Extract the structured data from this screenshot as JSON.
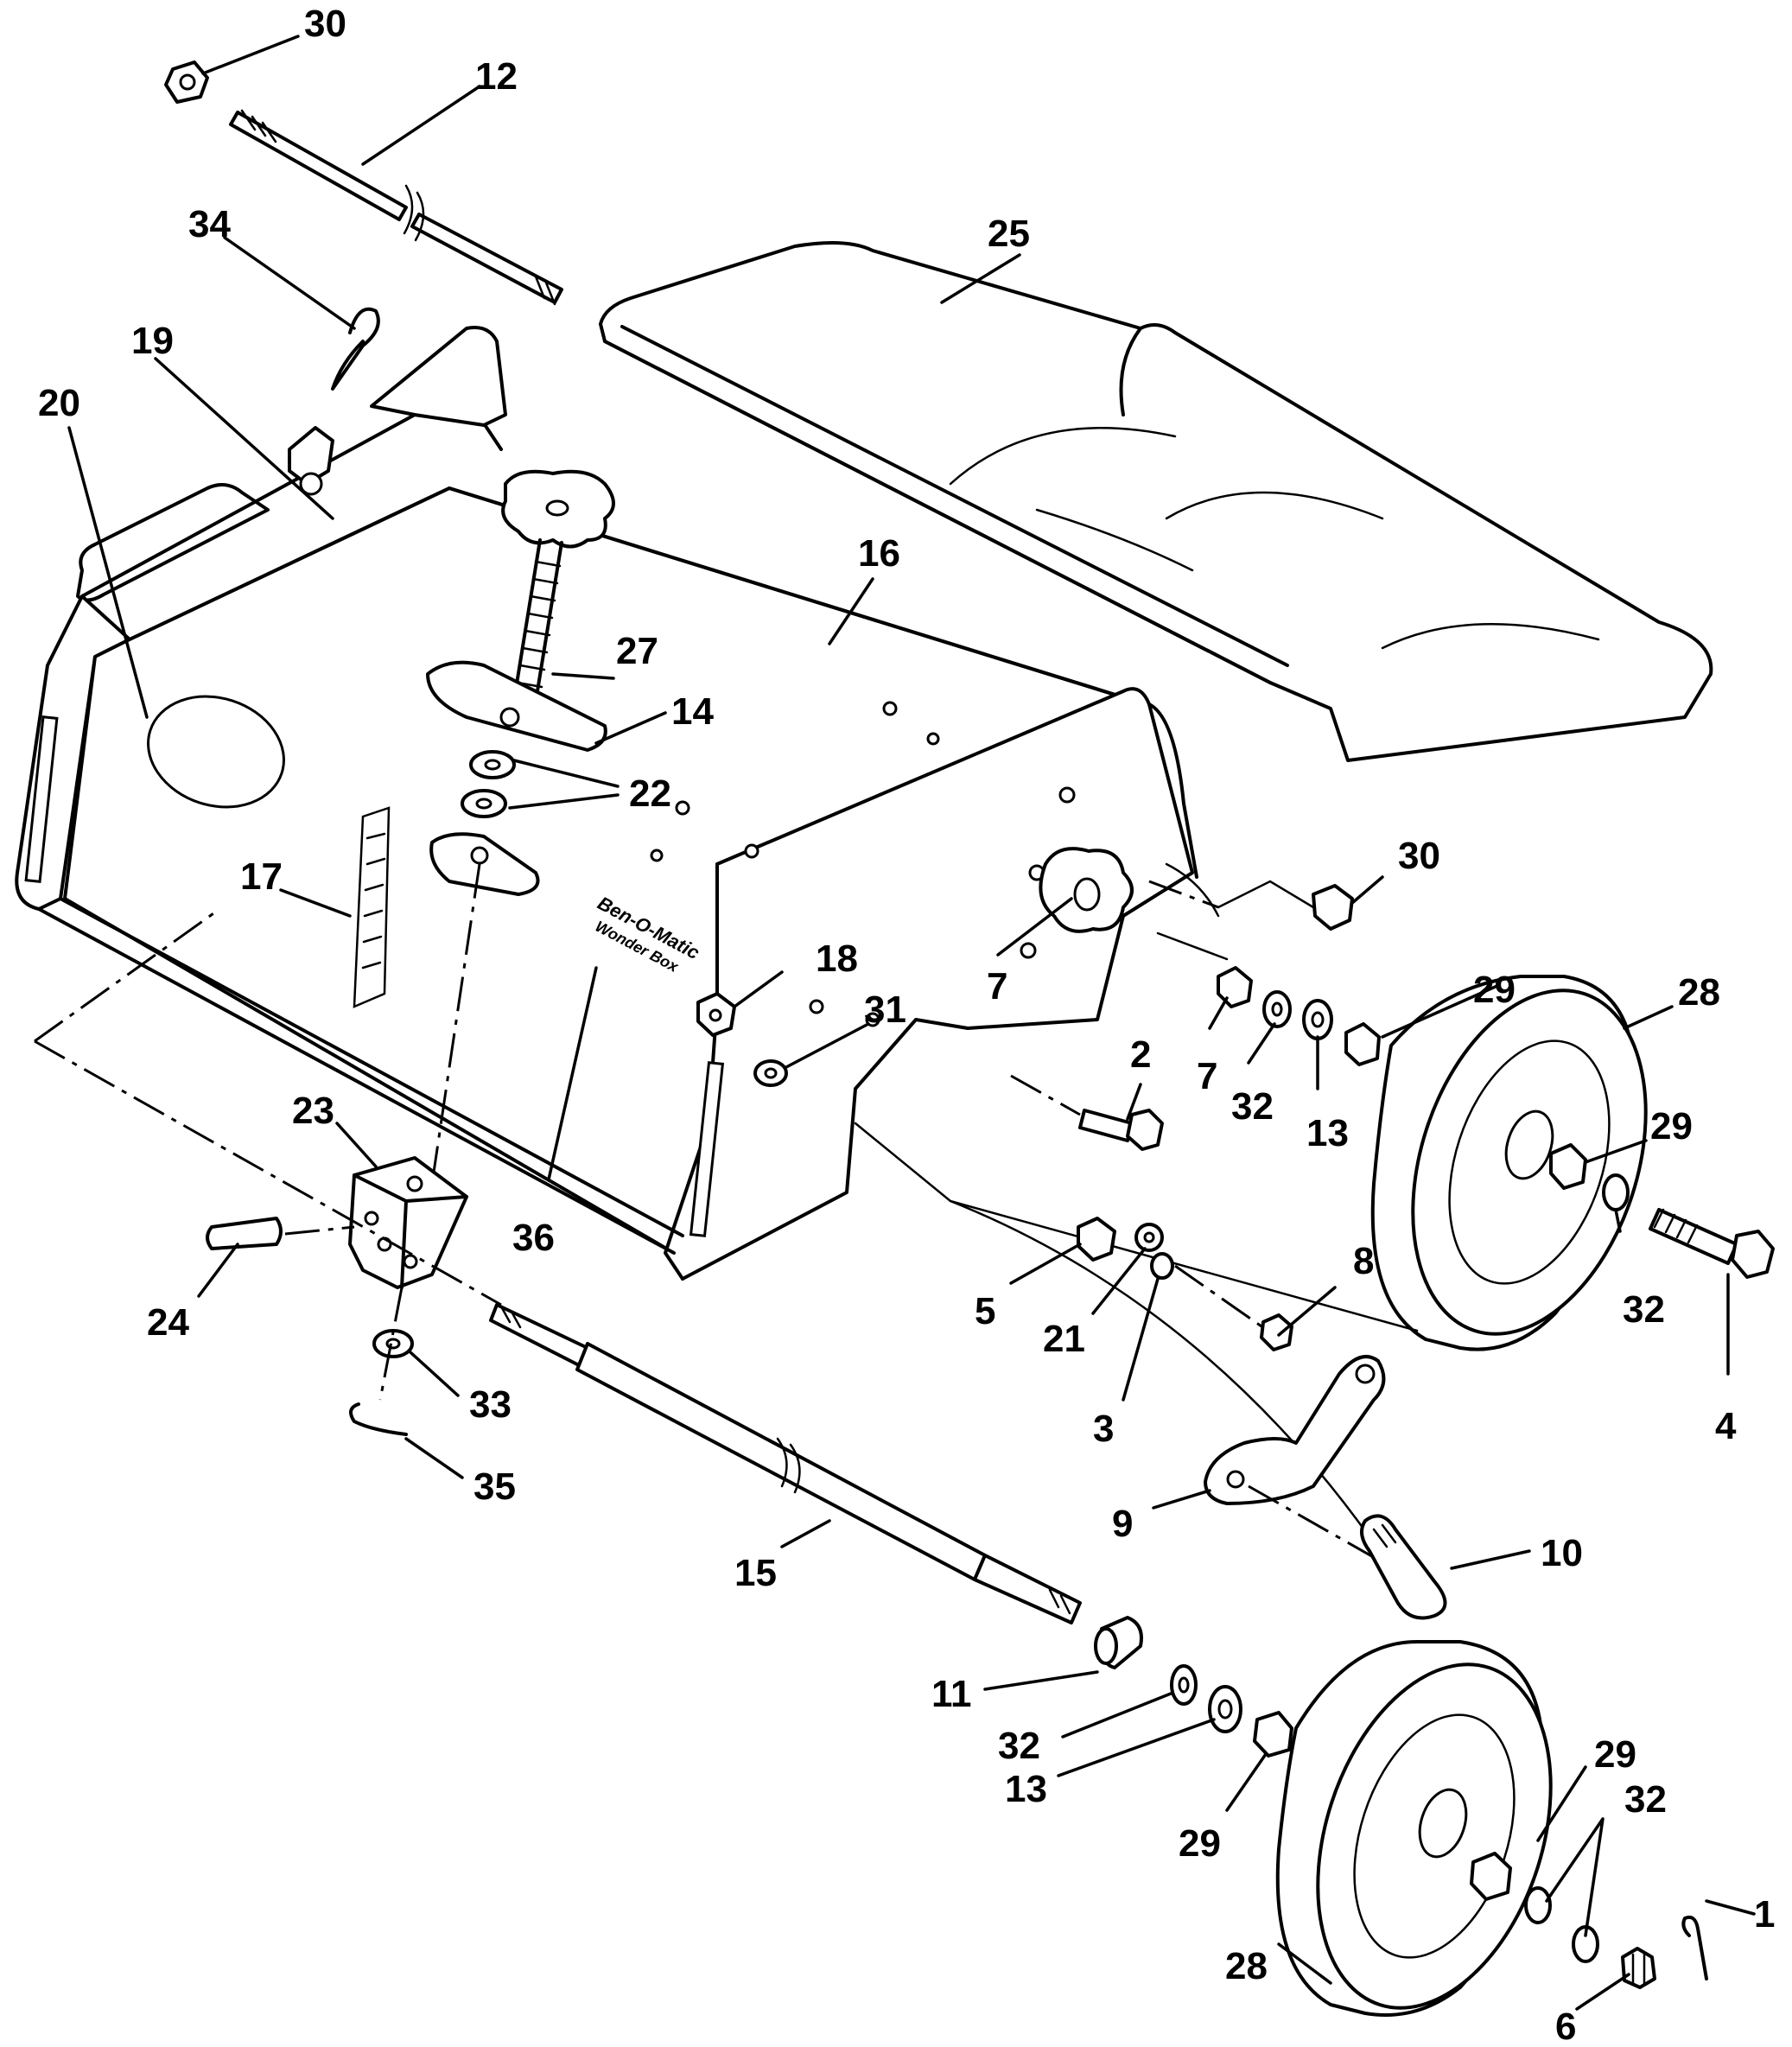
{
  "diagram": {
    "type": "exploded parts diagram",
    "brand_decal": [
      "Ben-O-Matic",
      "Wonder Box"
    ],
    "callouts": [
      {
        "id": "c30a",
        "label": "30"
      },
      {
        "id": "c12",
        "label": "12"
      },
      {
        "id": "c34",
        "label": "34"
      },
      {
        "id": "c25",
        "label": "25"
      },
      {
        "id": "c19",
        "label": "19"
      },
      {
        "id": "c20",
        "label": "20"
      },
      {
        "id": "c16",
        "label": "16"
      },
      {
        "id": "c27",
        "label": "27"
      },
      {
        "id": "c14",
        "label": "14"
      },
      {
        "id": "c22",
        "label": "22"
      },
      {
        "id": "c17",
        "label": "17"
      },
      {
        "id": "c30b",
        "label": "30"
      },
      {
        "id": "c18",
        "label": "18"
      },
      {
        "id": "c7a",
        "label": "7"
      },
      {
        "id": "c29a",
        "label": "29"
      },
      {
        "id": "c28a",
        "label": "28"
      },
      {
        "id": "c31",
        "label": "31"
      },
      {
        "id": "c2",
        "label": "2"
      },
      {
        "id": "c7b",
        "label": "7"
      },
      {
        "id": "c32a",
        "label": "32"
      },
      {
        "id": "c13a",
        "label": "13"
      },
      {
        "id": "c29b",
        "label": "29"
      },
      {
        "id": "c23",
        "label": "23"
      },
      {
        "id": "c36",
        "label": "36"
      },
      {
        "id": "c8",
        "label": "8"
      },
      {
        "id": "c5",
        "label": "5"
      },
      {
        "id": "c21",
        "label": "21"
      },
      {
        "id": "c32b",
        "label": "32"
      },
      {
        "id": "c24",
        "label": "24"
      },
      {
        "id": "c3",
        "label": "3"
      },
      {
        "id": "c4",
        "label": "4"
      },
      {
        "id": "c33",
        "label": "33"
      },
      {
        "id": "c35",
        "label": "35"
      },
      {
        "id": "c9",
        "label": "9"
      },
      {
        "id": "c10",
        "label": "10"
      },
      {
        "id": "c15",
        "label": "15"
      },
      {
        "id": "c11",
        "label": "11"
      },
      {
        "id": "c32c",
        "label": "32"
      },
      {
        "id": "c13b",
        "label": "13"
      },
      {
        "id": "c29c",
        "label": "29"
      },
      {
        "id": "c29d",
        "label": "29"
      },
      {
        "id": "c32d",
        "label": "32"
      },
      {
        "id": "c28b",
        "label": "28"
      },
      {
        "id": "c1",
        "label": "1"
      },
      {
        "id": "c6",
        "label": "6"
      }
    ]
  }
}
